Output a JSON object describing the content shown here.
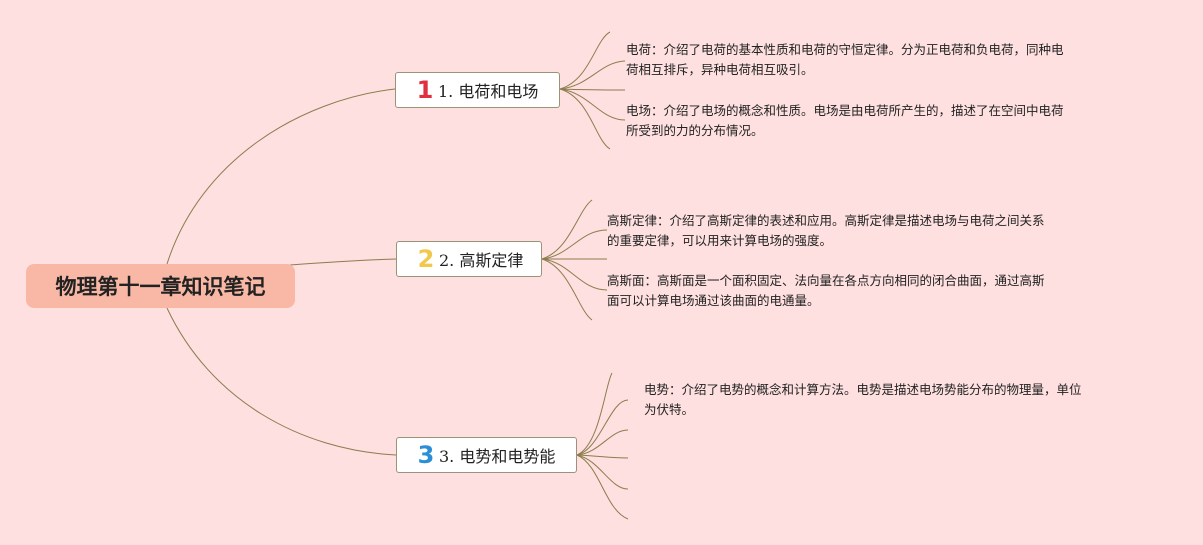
{
  "title": "物理第十一章知识笔记",
  "branches": [
    {
      "number": "1",
      "label": "1. 电荷和电场",
      "notes": [
        {
          "line1": "电荷：介绍了电荷的基本性质和电荷的守恒定律。分为正电荷和负电荷，同种电",
          "line2": "荷相互排斥，异种电荷相互吸引。"
        },
        {
          "line1": "电场：介绍了电场的概念和性质。电场是由电荷所产生的，描述了在空间中电荷",
          "line2": "所受到的力的分布情况。"
        }
      ]
    },
    {
      "number": "2",
      "label": "2. 高斯定律",
      "notes": [
        {
          "line1": "高斯定律：介绍了高斯定律的表述和应用。高斯定律是描述电场与电荷之间关系",
          "line2": "的重要定律，可以用来计算电场的强度。"
        },
        {
          "line1": "高斯面：高斯面是一个面积固定、法向量在各点方向相同的闭合曲面，通过高斯",
          "line2": "面可以计算电场通过该曲面的电通量。"
        }
      ]
    },
    {
      "number": "3",
      "label": "3. 电势和电势能",
      "notes": [
        {
          "line1": "电势：介绍了电势的概念和计算方法。电势是描述电场势能分布的物理量，单位",
          "line2": "为伏特。"
        }
      ]
    }
  ],
  "colors": {
    "background": "#fde0df",
    "root": "#f9b8a6",
    "connector": "#8b7d4e",
    "num1": "#e0303f",
    "num2": "#f2c84b",
    "num3": "#2a8fd6"
  }
}
